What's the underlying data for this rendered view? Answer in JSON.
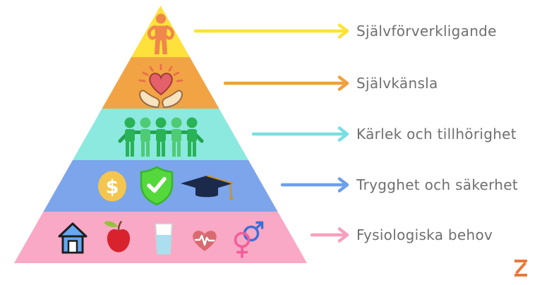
{
  "levels": [
    {
      "label": "Självförverkligande",
      "band_color": "#FFE13C",
      "arrow_color": "#FCE335",
      "icons": [
        "standing-person"
      ]
    },
    {
      "label": "Självkänsla",
      "band_color": "#F2A444",
      "arrow_color": "#F0A03C",
      "icons": [
        "heart-in-hands"
      ]
    },
    {
      "label": "Kärlek och tillhörighet",
      "band_color": "#8BE9DF",
      "arrow_color": "#79E0E2",
      "icons": [
        "group-of-people"
      ]
    },
    {
      "label": "Trygghet och säkerhet",
      "band_color": "#7CA5EC",
      "arrow_color": "#6D9FEA",
      "icons": [
        "dollar-coin",
        "check-shield",
        "graduation-cap"
      ]
    },
    {
      "label": "Fysiologiska behov",
      "band_color": "#F9A8C6",
      "arrow_color": "#F79FBE",
      "icons": [
        "house",
        "apple",
        "water-glass",
        "heart-pulse",
        "gender-symbols"
      ]
    }
  ],
  "ui": {
    "background": "#FFFFFF",
    "text_color": "#6F6F6F",
    "logo_color": "#E87937"
  },
  "glyphs": {
    "dollar": "$"
  }
}
